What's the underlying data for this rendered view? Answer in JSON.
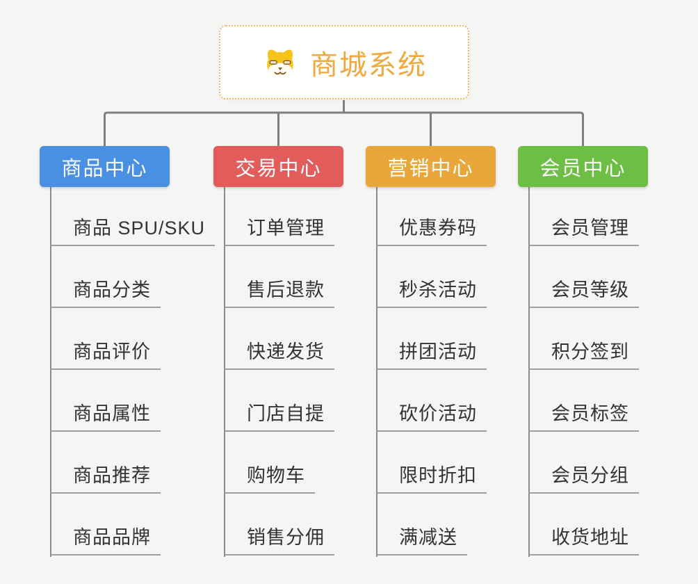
{
  "root": {
    "title": "商城系统",
    "icon": "dog-face-icon",
    "text_color": "#efa93d",
    "border_color": "#f3b863"
  },
  "branches": [
    {
      "label": "商品中心",
      "color": "#4a90e2",
      "children": [
        "商品 SPU/SKU",
        "商品分类",
        "商品评价",
        "商品属性",
        "商品推荐",
        "商品品牌"
      ]
    },
    {
      "label": "交易中心",
      "color": "#e25c5c",
      "children": [
        "订单管理",
        "售后退款",
        "快递发货",
        "门店自提",
        "购物车",
        "销售分佣"
      ]
    },
    {
      "label": "营销中心",
      "color": "#e9a63b",
      "children": [
        "优惠券码",
        "秒杀活动",
        "拼团活动",
        "砍价活动",
        "限时折扣",
        "满减送"
      ]
    },
    {
      "label": "会员中心",
      "color": "#6cbe44",
      "children": [
        "会员管理",
        "会员等级",
        "积分签到",
        "会员标签",
        "会员分组",
        "收货地址"
      ]
    }
  ],
  "colors": {
    "background": "#f5f5f4",
    "connector": "#7f7f7f",
    "drop_line": "#8b8b8b",
    "underline": "#9e9e9e",
    "child_text": "#333333"
  }
}
